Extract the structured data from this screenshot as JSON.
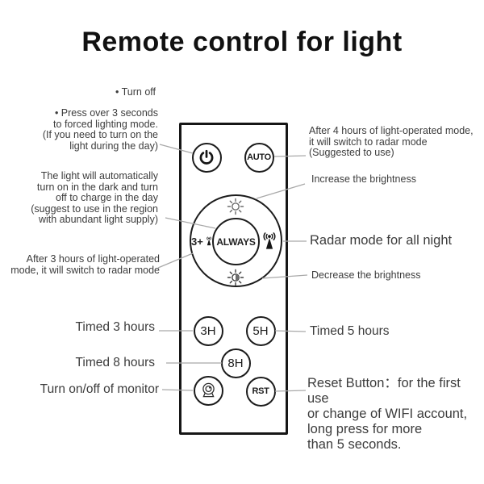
{
  "title": "Remote control for light",
  "colors": {
    "text": "#3c3c3c",
    "connector_line": "#a9a9a9",
    "remote_border": "#161616",
    "background": "#ffffff"
  },
  "annotations": {
    "turn_off": "• Turn off",
    "forced_lighting": "• Press over 3 seconds\nto forced lighting mode.\n(If you need to turn on the\nlight during the day)",
    "auto_light_mode": "The light will automatically\nturn on in the dark and turn\noff to charge in the day\n(suggest to use in the region\nwith abundant light supply)",
    "after_3_hours": "After 3 hours of light-operated\nmode, it will switch to radar mode",
    "timed_3_hours": "Timed 3 hours",
    "timed_8_hours": "Timed 8 hours",
    "monitor_toggle": "Turn on/off of monitor",
    "after_4_hours": "After 4 hours of light-operated mode,\nit will switch to radar mode\n(Suggested to use)",
    "increase_brightness": "Increase the brightness",
    "radar_all_night": "Radar mode for all night",
    "decrease_brightness": "Decrease the brightness",
    "timed_5_hours": "Timed 5 hours",
    "reset_button": "Reset Button：for the first use\nor change of WIFI account,\nlong press for more\nthan 5 seconds."
  },
  "remote": {
    "auto_label": "AUTO",
    "always_label": "ALWAYS",
    "radar_3h_label": "3+",
    "timer_3h_label": "3H",
    "timer_5h_label": "5H",
    "timer_8h_label": "8H",
    "reset_label": "RST"
  },
  "icons": {
    "power": "power-icon",
    "brightness_up": "brightness-up-sun-icon",
    "brightness_down": "brightness-down-sun-icon",
    "radar_small": "radar-antenna-small-icon",
    "radar_large": "radar-antenna-icon",
    "monitor": "monitor-camera-icon"
  }
}
